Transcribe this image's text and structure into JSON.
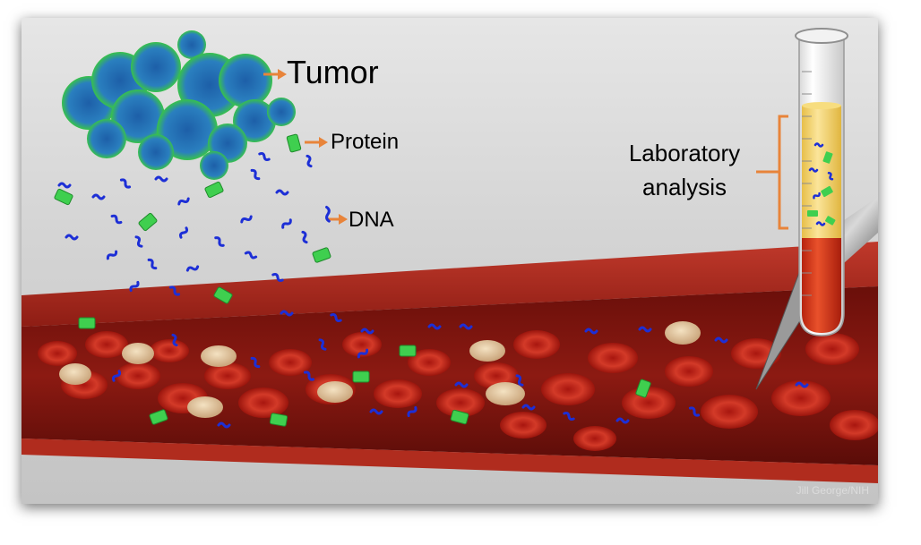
{
  "labels": {
    "tumor": "Tumor",
    "protein": "Protein",
    "dna": "DNA",
    "lab_line1": "Laboratory",
    "lab_line2": "analysis"
  },
  "credit": "Jill George/NIH",
  "colors": {
    "arrow": "#e8843a",
    "tumor": "#1f6fb0",
    "tumor_edge": "#3fd14a",
    "protein": "#3fcf4f",
    "dna": "#1d2fd6",
    "vessel": "#9e1e14",
    "blood_cell": "#c8281c",
    "white_cell": "#e6c9a0",
    "serum": "#f3d26a",
    "blood_in_tube": "#d63a1e"
  },
  "icons": [
    "tumor-icon",
    "protein-fragment-icon",
    "dna-strand-icon",
    "test-tube-icon",
    "needle-icon",
    "blood-vessel-icon",
    "red-blood-cell-icon"
  ]
}
